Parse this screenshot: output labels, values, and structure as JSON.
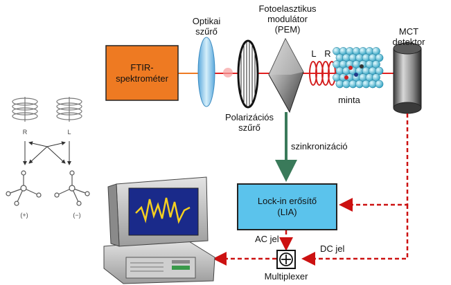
{
  "labels": {
    "ftir": "FTIR-\nspektrométer",
    "optical_filter": "Optikai\nszűrő",
    "pem": "Fotoelasztikus\nmodulátor\n(PEM)",
    "mct": "MCT\ndetektor",
    "polarization_filter": "Polarizációs\nszűrő",
    "sample": "minta",
    "sync": "szinkronizáció",
    "lockin": "Lock-in erősítő\n(LIA)",
    "ac_signal": "AC jel",
    "dc_signal": "DC jel",
    "multiplexer": "Multiplexer",
    "left_circ": "L",
    "right_circ": "R",
    "helix_r": "R",
    "helix_l": "L",
    "chiral_plus": "(+)",
    "chiral_minus": "(−)"
  },
  "colors": {
    "ftir_box": "#ee7a22",
    "lockin_box": "#5bc3ec",
    "beam": "#e12020",
    "sync_arrow": "#3a7a5a",
    "signal_dashed": "#cc1111",
    "lens": "#8ec8ec",
    "monitor_screen": "#1a2a8a",
    "spectrum_trace": "#f5d020"
  }
}
